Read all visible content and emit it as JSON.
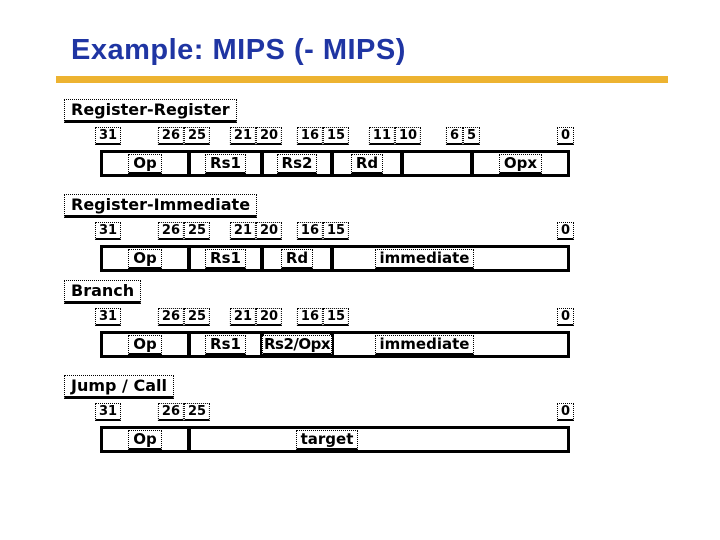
{
  "title": "Example: MIPS (- MIPS)",
  "colors": {
    "title_blue": "#1F35A3",
    "rule_gold": "#EDB331",
    "ink": "#000000",
    "background": "#FFFFFF"
  },
  "sections": [
    {
      "label": "Register-Register",
      "bit_left": "31",
      "bit_right": "0",
      "pairs": [
        [
          "26",
          "25"
        ],
        [
          "21",
          "20"
        ],
        [
          "16",
          "15"
        ],
        [
          "11",
          "10"
        ],
        [
          "6",
          "5"
        ]
      ],
      "fields": [
        {
          "label": "Op"
        },
        {
          "label": "Rs1"
        },
        {
          "label": "Rs2"
        },
        {
          "label": "Rd"
        },
        {
          "label": ""
        },
        {
          "label": "Opx"
        }
      ]
    },
    {
      "label": "Register-Immediate",
      "bit_left": "31",
      "bit_right": "0",
      "pairs": [
        [
          "26",
          "25"
        ],
        [
          "21",
          "20"
        ],
        [
          "16",
          "15"
        ]
      ],
      "fields": [
        {
          "label": "Op"
        },
        {
          "label": "Rs1"
        },
        {
          "label": "Rd"
        },
        {
          "label": "immediate"
        }
      ]
    },
    {
      "label": "Branch",
      "bit_left": "31",
      "bit_right": "0",
      "pairs": [
        [
          "26",
          "25"
        ],
        [
          "21",
          "20"
        ],
        [
          "16",
          "15"
        ]
      ],
      "fields": [
        {
          "label": "Op"
        },
        {
          "label": "Rs1"
        },
        {
          "label": "Rs2/Opx"
        },
        {
          "label": "immediate"
        }
      ]
    },
    {
      "label": "Jump / Call",
      "bit_left": "31",
      "bit_right": "0",
      "pairs": [
        [
          "26",
          "25"
        ]
      ],
      "fields": [
        {
          "label": "Op"
        },
        {
          "label": "target"
        }
      ]
    }
  ]
}
